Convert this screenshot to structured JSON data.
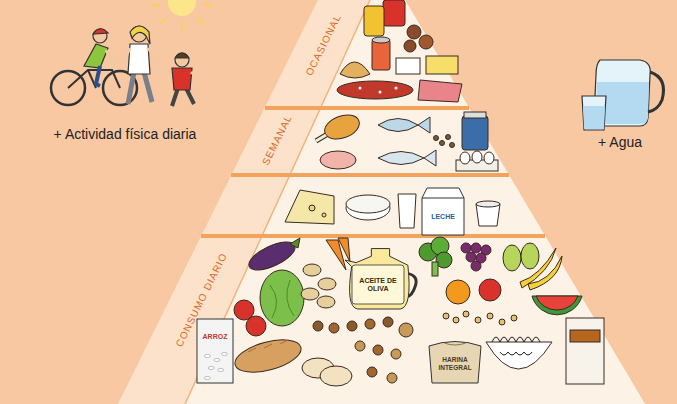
{
  "diagram": {
    "nodes": [
      {
        "text": [
          "LECHE"
        ]
      },
      {
        "text": [
          "ACEITE DE OLIVA"
        ]
      },
      {
        "text": [
          "ARROZ"
        ]
      },
      {
        "text": [
          "HARINA INTEGRAL"
        ]
      }
    ],
    "labels": [
      "+ Actividad física diaria",
      "OCASIONAL",
      "SEMANAL",
      "CONSUMO DIARIO",
      "+ Agua"
    ]
  }
}
